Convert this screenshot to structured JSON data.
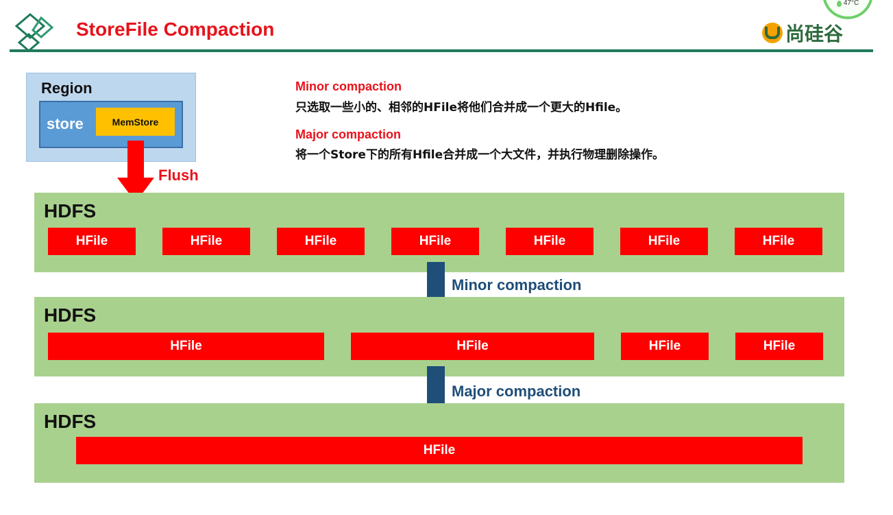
{
  "header": {
    "title": "StoreFile Compaction",
    "brand_text": "尚硅谷",
    "badge_temp": "47°C",
    "rule_color": "#1f7a5a",
    "title_color": "#e8121b"
  },
  "region": {
    "label": "Region",
    "store_label": "store",
    "memstore_label": "MemStore",
    "flush_label": "Flush"
  },
  "notes": {
    "minor_heading": "Minor compaction",
    "minor_text": "只选取一些小的、相邻的HFile将他们合并成一个更大的Hfile。",
    "major_heading": "Major compaction",
    "major_text": "将一个Store下的所有Hfile合并成一个大文件，并执行物理删除操作。"
  },
  "bands": [
    {
      "label": "HDFS",
      "files": [
        "HFile",
        "HFile",
        "HFile",
        "HFile",
        "HFile",
        "HFile",
        "HFile"
      ]
    },
    {
      "label": "HDFS",
      "files": [
        "HFile",
        "HFile",
        "HFile",
        "HFile"
      ]
    },
    {
      "label": "HDFS",
      "files": [
        "HFile"
      ]
    }
  ],
  "arrows": {
    "minor_label": "Minor compaction",
    "major_label": "Major compaction"
  },
  "colors": {
    "hfile": "#ff0000",
    "band": "#a9d18e",
    "memstore": "#ffc000",
    "store": "#5b9bd5",
    "region": "#bdd7ee",
    "compaction_arrow": "#1f4e79",
    "flush_arrow": "#ff0000"
  },
  "icons": {
    "logo": "diamond-outline-icon",
    "brand": "shangguigu-logo-icon",
    "temperature": "thermometer-icon"
  }
}
